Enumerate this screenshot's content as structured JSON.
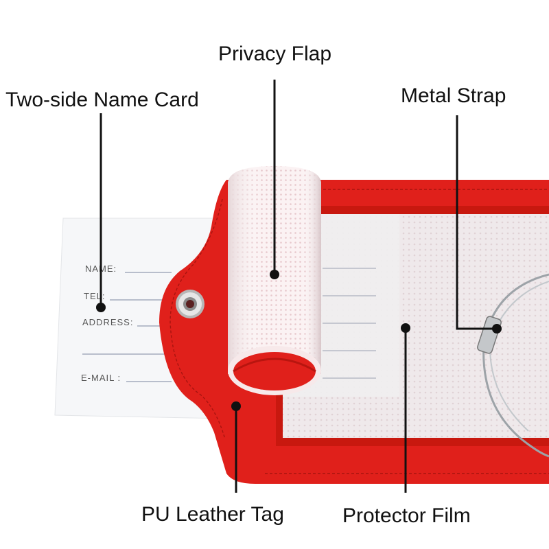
{
  "labels": {
    "privacy_flap": "Privacy Flap",
    "name_card": "Two-side Name Card",
    "metal_strap": "Metal Strap",
    "leather_tag": "PU Leather Tag",
    "protector_film": "Protector Film"
  },
  "card_fields": {
    "name": "NAME:",
    "tel": "TEL:",
    "address": "ADDRESS:",
    "email": "E-MAIL :"
  },
  "colors": {
    "leather": "#e0201b",
    "leather_dark": "#b8150f",
    "card": "#f7f8fa",
    "film": "#ece8ea",
    "flap": "#fbeff0",
    "line": "#111111"
  }
}
